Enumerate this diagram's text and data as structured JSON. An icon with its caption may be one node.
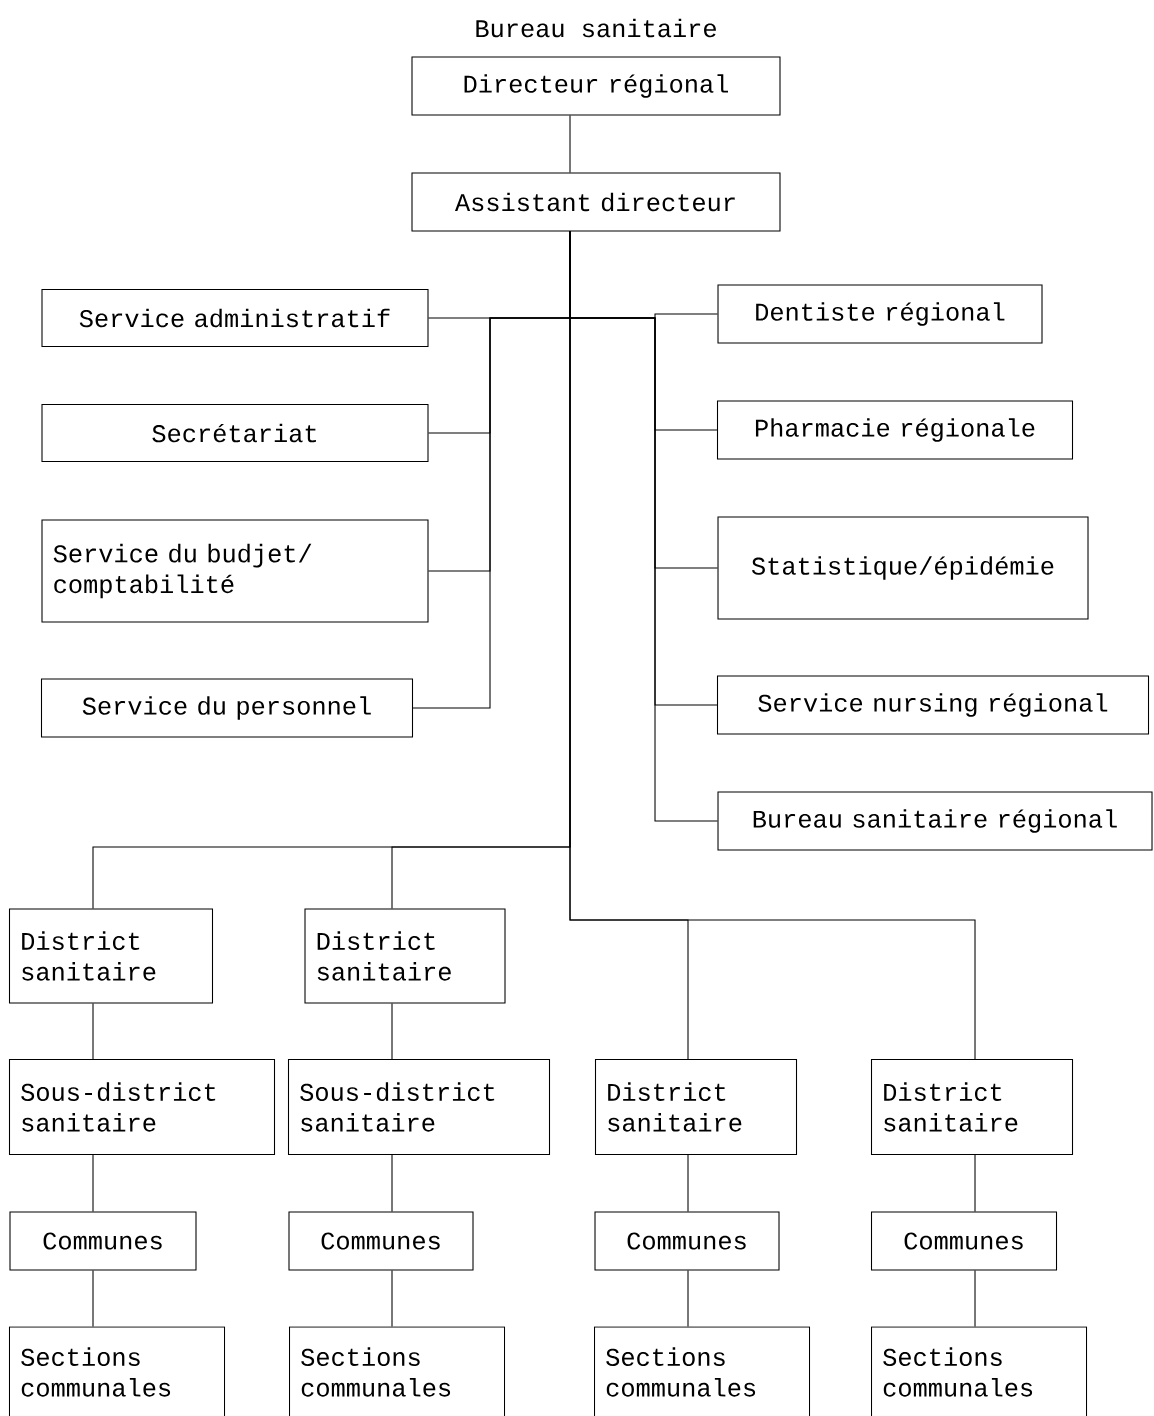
{
  "diagram": {
    "title": "Bureau sanitaire",
    "nodes": [
      {
        "text": [
          "Directeur régional"
        ]
      },
      {
        "text": [
          "Assistant directeur"
        ]
      },
      {
        "text": [
          "Service administratif"
        ]
      },
      {
        "text": [
          "Secrétariat"
        ]
      },
      {
        "text": [
          "Service du budjet/ comptabilité"
        ]
      },
      {
        "text": [
          "Service du personnel"
        ]
      },
      {
        "text": [
          "Dentiste régional"
        ]
      },
      {
        "text": [
          "Pharmacie régionale"
        ]
      },
      {
        "text": [
          "Statistique/épidémie"
        ]
      },
      {
        "text": [
          "Service nursing régional"
        ]
      },
      {
        "text": [
          "Bureau sanitaire régional"
        ]
      },
      {
        "text": [
          "District sanitaire"
        ]
      },
      {
        "text": [
          "District sanitaire"
        ]
      },
      {
        "text": [
          "Sous-district sanitaire"
        ]
      },
      {
        "text": [
          "Sous-district sanitaire"
        ]
      },
      {
        "text": [
          "District sanitaire"
        ]
      },
      {
        "text": [
          "District sanitaire"
        ]
      },
      {
        "text": [
          "Communes"
        ]
      },
      {
        "text": [
          "Communes"
        ]
      },
      {
        "text": [
          "Communes"
        ]
      },
      {
        "text": [
          "Communes"
        ]
      },
      {
        "text": [
          "Sections communales"
        ]
      },
      {
        "text": [
          "Sections communales"
        ]
      },
      {
        "text": [
          "Sections communales"
        ]
      },
      {
        "text": [
          "Sections communales"
        ]
      }
    ],
    "edges": [
      {
        "from": 0,
        "to": 1,
        "arrow": "none"
      },
      {
        "from": 1,
        "to": 2,
        "arrow": "none"
      },
      {
        "from": 1,
        "to": 3,
        "arrow": "none"
      },
      {
        "from": 1,
        "to": 4,
        "arrow": "none"
      },
      {
        "from": 1,
        "to": 5,
        "arrow": "none"
      },
      {
        "from": 1,
        "to": 6,
        "arrow": "none"
      },
      {
        "from": 1,
        "to": 7,
        "arrow": "none"
      },
      {
        "from": 1,
        "to": 8,
        "arrow": "none"
      },
      {
        "from": 1,
        "to": 9,
        "arrow": "none"
      },
      {
        "from": 1,
        "to": 10,
        "arrow": "none"
      },
      {
        "from": 1,
        "to": 11,
        "arrow": "none"
      },
      {
        "from": 1,
        "to": 12,
        "arrow": "none"
      },
      {
        "from": 1,
        "to": 15,
        "arrow": "none"
      },
      {
        "from": 1,
        "to": 16,
        "arrow": "none"
      },
      {
        "from": 11,
        "to": 13,
        "arrow": "none"
      },
      {
        "from": 12,
        "to": 14,
        "arrow": "none"
      },
      {
        "from": 13,
        "to": 17,
        "arrow": "none"
      },
      {
        "from": 14,
        "to": 18,
        "arrow": "none"
      },
      {
        "from": 15,
        "to": 19,
        "arrow": "none"
      },
      {
        "from": 16,
        "to": 20,
        "arrow": "none"
      },
      {
        "from": 17,
        "to": 21,
        "arrow": "none"
      },
      {
        "from": 18,
        "to": 22,
        "arrow": "none"
      },
      {
        "from": 19,
        "to": 23,
        "arrow": "none"
      },
      {
        "from": 20,
        "to": 24,
        "arrow": "none"
      }
    ]
  }
}
